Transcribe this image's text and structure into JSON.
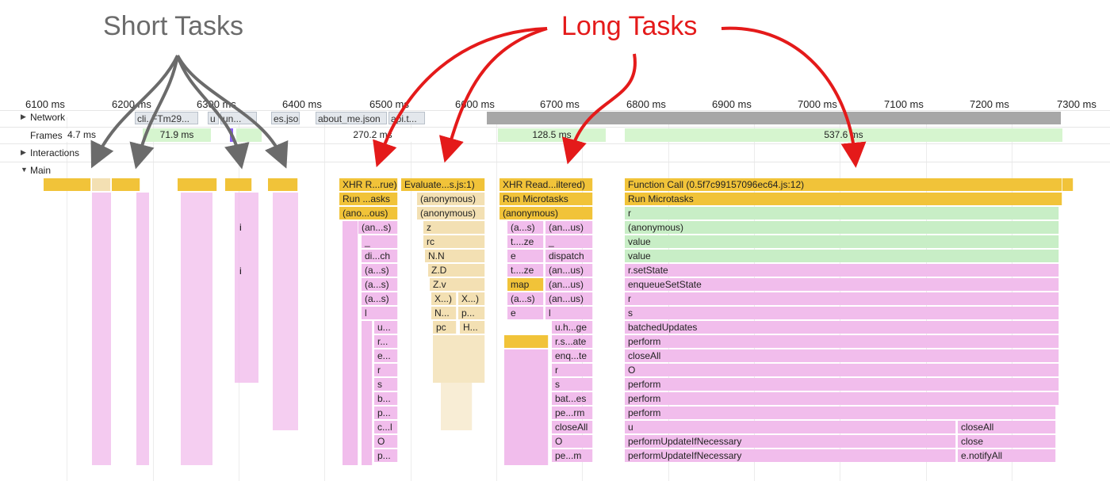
{
  "annotations": {
    "short_tasks": "Short Tasks",
    "long_tasks": "Long Tasks",
    "short_color": "#6b6b6b",
    "long_color": "#e41a1a"
  },
  "ruler": {
    "ticks": [
      "6100 ms",
      "6200 ms",
      "6300 ms",
      "6400 ms",
      "6500 ms",
      "6600 ms",
      "6700 ms",
      "6800 ms",
      "6900 ms",
      "7000 ms",
      "7100 ms",
      "7200 ms",
      "7300 ms"
    ]
  },
  "tracks": {
    "network": "Network",
    "frames": "Frames",
    "interactions": "Interactions",
    "main": "Main"
  },
  "network_items": [
    "cli..FTm29...",
    "u",
    "un...",
    "es.jso",
    "about_me.json",
    "api.t..."
  ],
  "frames": [
    "4.7 ms",
    "71.9 ms",
    "270.2 ms",
    "128.5 ms",
    "537.6 ms"
  ],
  "long_task_1": {
    "entries": [
      "XHR R...rue)",
      "Run ...asks",
      "(ano...ous)",
      "(an...s)",
      "_",
      "di...ch",
      "(a...s)",
      "(a...s)",
      "(a...s)",
      "l",
      "u...",
      "r...",
      "e...",
      "r",
      "s",
      "b...",
      "p...",
      "c...l",
      "O",
      "p..."
    ]
  },
  "long_task_2": {
    "entries": [
      "Evaluate...s.js:1)",
      "(anonymous)",
      "(anonymous)",
      "z",
      "rc",
      "N.N",
      "Z.D",
      "Z.v",
      "X...)",
      "X...)",
      "N...",
      "p...",
      "pc",
      "H..."
    ]
  },
  "long_task_3": {
    "entries": [
      "XHR Read...iltered)",
      "Run Microtasks",
      "(anonymous)",
      "(a...s)",
      "(an...us)",
      "t....ze",
      "_",
      "e",
      "dispatch",
      "t....ze",
      "(an...us)",
      "map",
      "(an...us)",
      "(a...s)",
      "(an...us)",
      "e",
      "l",
      "u.h...ge",
      "r.s...ate",
      "enq...te",
      "r",
      "s",
      "bat...es",
      "pe...rm",
      "closeAll",
      "O",
      "pe...m"
    ]
  },
  "long_task_4": {
    "entries": [
      "Function Call (0.5f7c99157096ec64.js:12)",
      "Run Microtasks",
      "r",
      "(anonymous)",
      "value",
      "value",
      "r.setState",
      "enqueueSetState",
      "r",
      "s",
      "batchedUpdates",
      "perform",
      "closeAll",
      "O",
      "perform",
      "perform",
      "perform",
      "u",
      "performUpdateIfNecessary",
      "performUpdateIfNecessary",
      "closeAll",
      "close",
      "e.notifyAll"
    ]
  },
  "short_task_labels": [
    "i",
    "i"
  ],
  "colors": {
    "script_yellow": "#f1c339",
    "function_pink": "#f1bdec",
    "green": "#c8eec6",
    "parse_beige": "#f3e0b3",
    "idle_gray": "#a7a7a7"
  }
}
